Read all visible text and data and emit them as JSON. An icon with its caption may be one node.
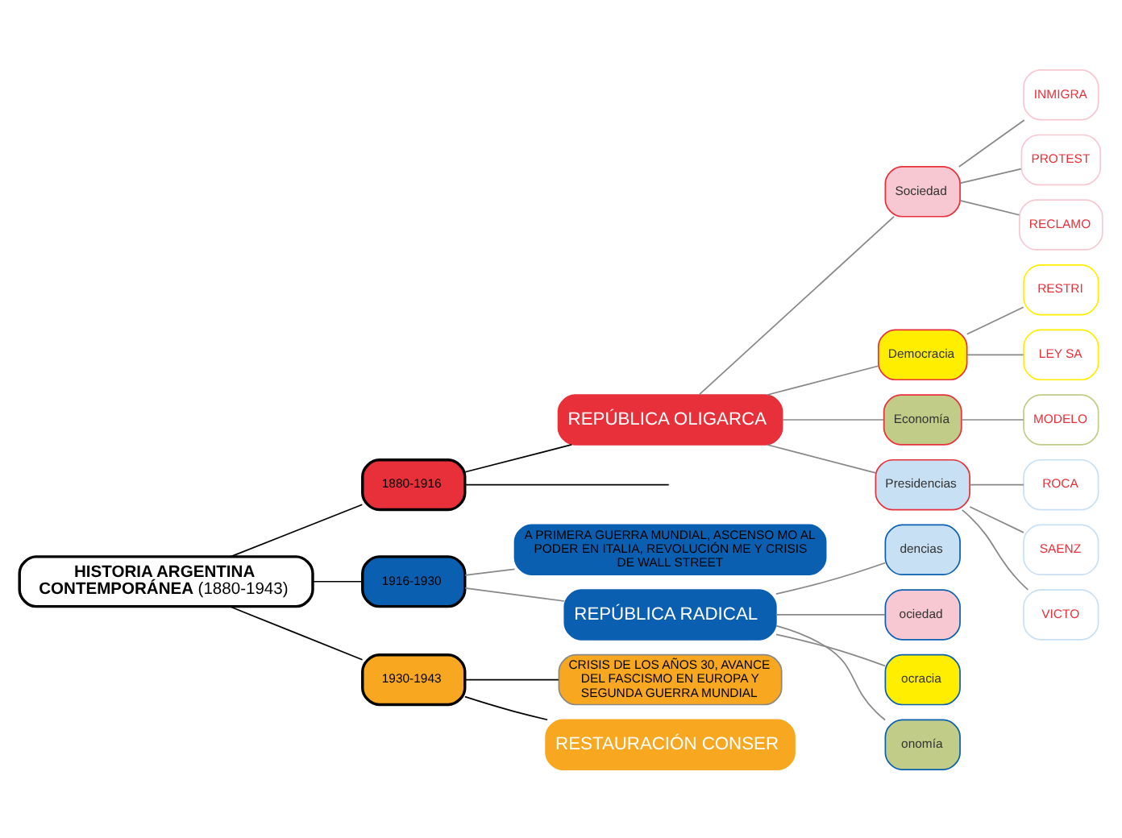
{
  "diagram": {
    "nodes": [
      {
        "text": [
          "**HISTORIA ARGENTINA CONTEMPORÁNEA** (1880-1943)"
        ]
      },
      {
        "text": [
          "1880-1916"
        ]
      },
      {
        "text": [
          "REPÚBLICA OLIGARCA"
        ]
      },
      {
        "text": [
          "Sociedad"
        ]
      },
      {
        "text": [
          "INMIGRA"
        ]
      },
      {
        "text": [
          "PROTEST"
        ]
      },
      {
        "text": [
          "RECLAMO"
        ]
      },
      {
        "text": [
          "Democracia"
        ]
      },
      {
        "text": [
          "RESTRI"
        ]
      },
      {
        "text": [
          "LEY SA"
        ]
      },
      {
        "text": [
          "Economía"
        ]
      },
      {
        "text": [
          "MODELO"
        ]
      },
      {
        "text": [
          "Presidencias"
        ]
      },
      {
        "text": [
          "ROCA"
        ]
      },
      {
        "text": [
          "SAENZ"
        ]
      },
      {
        "text": [
          "VICTO"
        ]
      },
      {
        "text": [
          "1916-1930"
        ]
      },
      {
        "text": [
          "A PRIMERA GUERRA MUNDIAL, ASCENSO MO AL PODER EN ITALIA, REVOLUCIÓN ME Y CRISIS DE WALL STREET"
        ]
      },
      {
        "text": [
          "REPÚBLICA RADICAL"
        ]
      },
      {
        "text": [
          "dencias"
        ]
      },
      {
        "text": [
          "ociedad"
        ]
      },
      {
        "text": [
          "ocracia"
        ]
      },
      {
        "text": [
          "onomía"
        ]
      },
      {
        "text": [
          "1930-1943"
        ]
      },
      {
        "text": [
          "CRISIS DE LOS AÑOS 30, AVANCE DEL FASCISMO EN EUROPA Y SEGUNDA GUERRA MUNDIAL"
        ]
      },
      {
        "text": [
          "RESTAURACIÓN CONSER"
        ]
      }
    ],
    "edges": [
      {
        "from": 0,
        "to": 1,
        "arrow": "none",
        "color": "#000000"
      },
      {
        "from": 1,
        "to": null,
        "arrow": "none",
        "color": "#000000"
      },
      {
        "from": 1,
        "to": 2,
        "arrow": "none",
        "color": "#000000"
      },
      {
        "from": 2,
        "to": 3,
        "arrow": "none"
      },
      {
        "from": 3,
        "to": 4,
        "arrow": "none"
      },
      {
        "from": 3,
        "to": 5,
        "arrow": "none"
      },
      {
        "from": 3,
        "to": 6,
        "arrow": "none"
      },
      {
        "from": 2,
        "to": 7,
        "arrow": "none"
      },
      {
        "from": 7,
        "to": 8,
        "arrow": "none"
      },
      {
        "from": 7,
        "to": 9,
        "arrow": "none"
      },
      {
        "from": 2,
        "to": 10,
        "arrow": "none"
      },
      {
        "from": 10,
        "to": 11,
        "arrow": "none"
      },
      {
        "from": 2,
        "to": 12,
        "arrow": "none"
      },
      {
        "from": 12,
        "to": 13,
        "arrow": "none"
      },
      {
        "from": 12,
        "to": 14,
        "arrow": "none"
      },
      {
        "from": 12,
        "to": 15,
        "arrow": "none"
      },
      {
        "from": 0,
        "to": 16,
        "arrow": "none",
        "color": "#000000"
      },
      {
        "from": 16,
        "to": 17,
        "arrow": "none"
      },
      {
        "from": 16,
        "to": 18,
        "arrow": "none"
      },
      {
        "from": 18,
        "to": 19,
        "arrow": "none"
      },
      {
        "from": 18,
        "to": 20,
        "arrow": "none"
      },
      {
        "from": 18,
        "to": 21,
        "arrow": "none"
      },
      {
        "from": 18,
        "to": 22,
        "arrow": "none"
      },
      {
        "from": 0,
        "to": 23,
        "arrow": "none",
        "color": "#000000"
      },
      {
        "from": 23,
        "to": 24,
        "arrow": "none",
        "color": "#000000"
      },
      {
        "from": 23,
        "to": 25,
        "arrow": "none",
        "color": "#000000"
      }
    ]
  }
}
